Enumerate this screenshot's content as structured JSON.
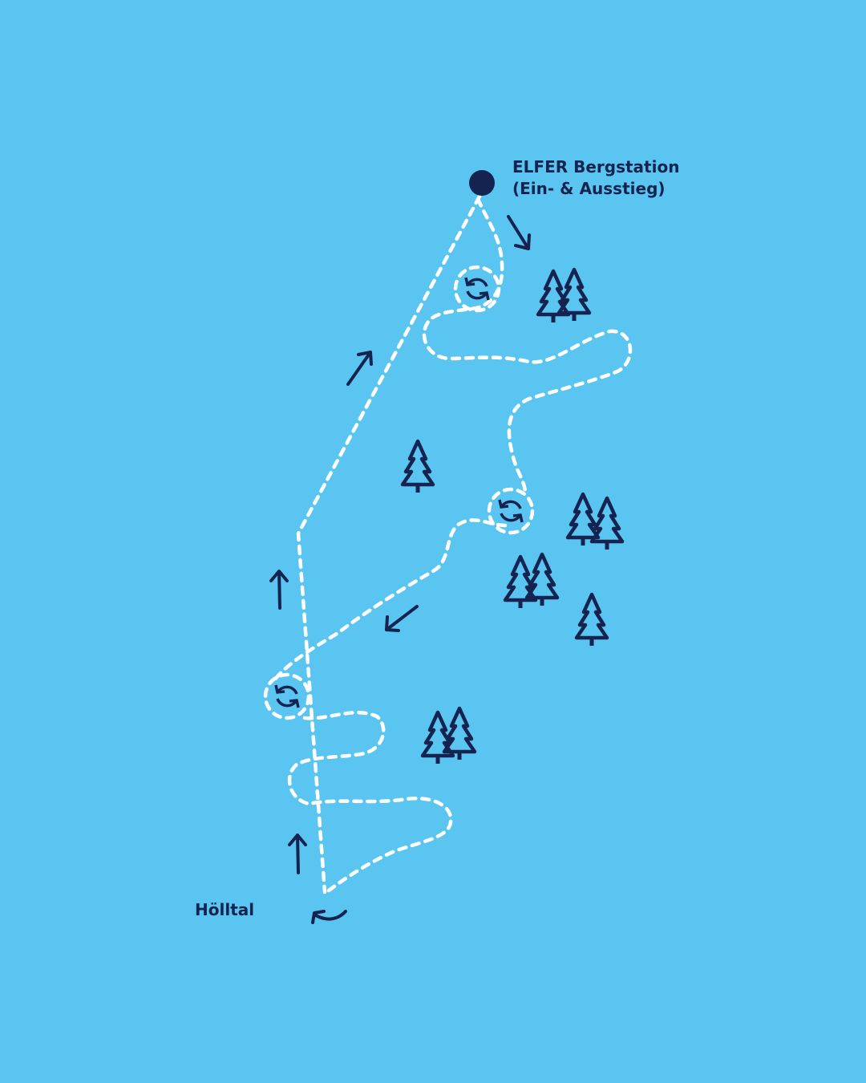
{
  "map": {
    "top_station": {
      "line1": "ELFER Bergstation",
      "line2": "(Ein- & Ausstieg)"
    },
    "valley_station": "Hölltal"
  },
  "colors": {
    "background": "#5BC5F2",
    "ink": "#14234F",
    "trail": "#FFFFFF"
  }
}
